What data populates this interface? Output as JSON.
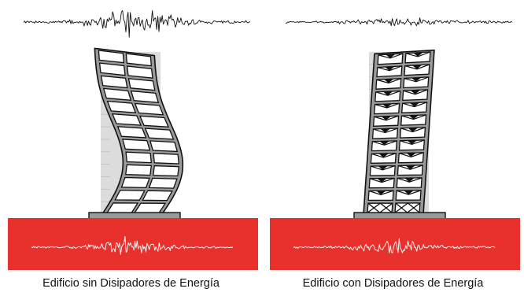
{
  "captions": {
    "left": "Edificio sin Disipadores de Energía",
    "right": "Edificio con Disipadores de Energía"
  },
  "colors": {
    "ground": "#E8302D",
    "frame": "#9A9A9A",
    "outline": "#111111",
    "window": "#FFFFFF",
    "ghost": "#DCDCDC",
    "signal_on_ground": "#FFFFFF",
    "signal": "#111111"
  },
  "panels": [
    {
      "id": "without-dissipators",
      "floors": 13,
      "dampers": false,
      "deformation": "large"
    },
    {
      "id": "with-dissipators",
      "floors": 13,
      "dampers": true,
      "deformation": "small"
    }
  ]
}
